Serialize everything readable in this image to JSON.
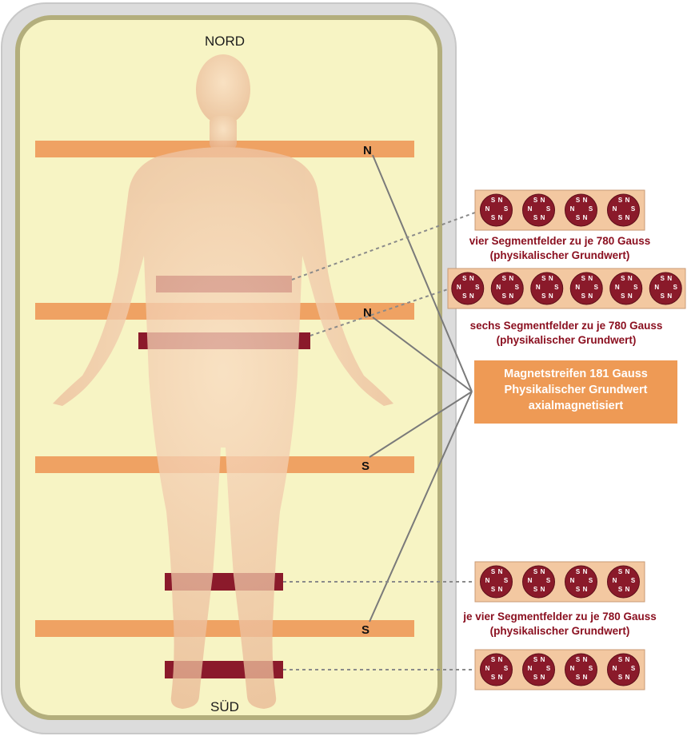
{
  "labels": {
    "north": "NORD",
    "south": "SÜD"
  },
  "strip_poles": [
    "N",
    "N",
    "S",
    "S"
  ],
  "info_box": {
    "line1": "Magnetstreifen 181 Gauss",
    "line2": "Physikalischer Grundwert",
    "line3": "axialmagnetisiert"
  },
  "panels": [
    {
      "magnets": 4,
      "caption1": "vier Segmentfelder zu je 780 Gauss",
      "caption2": "(physikalischer Grundwert)"
    },
    {
      "magnets": 6,
      "caption1": "sechs Segmentfelder zu je 780 Gauss",
      "caption2": "(physikalischer Grundwert)"
    },
    {
      "magnets": 4,
      "caption1": "",
      "caption2": ""
    },
    {
      "magnets": 4,
      "caption1": "",
      "caption2": ""
    }
  ],
  "shared_caption": {
    "line1": "je vier Segmentfelder zu je 780 Gauss",
    "line2": "(physikalischer Grundwert)"
  },
  "magnet_pole_letters": [
    "S",
    "N",
    "N",
    "S",
    "S",
    "N"
  ],
  "colors": {
    "mat_fill": "#f7f4c4",
    "mat_border": "#b3ae7c",
    "mat_outer": "#d9d9d9",
    "strip": "#efa263",
    "dark_bar": "#8b1a2b",
    "panel_bg": "#f3c8a1",
    "magnet": "#8a1a2a",
    "info_box": "#ee9a55",
    "caption_text": "#8b1020",
    "skin": "#f3c9a8"
  }
}
